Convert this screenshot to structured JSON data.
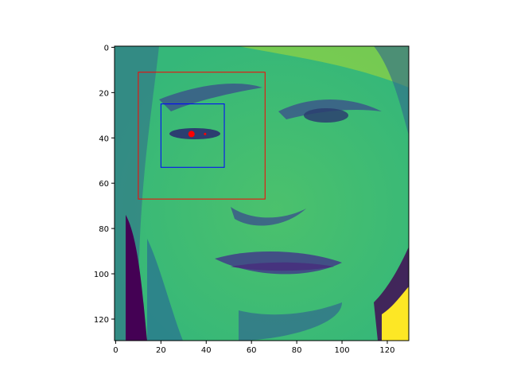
{
  "chart_data": {
    "type": "heatmap",
    "title": "",
    "xlabel": "",
    "ylabel": "",
    "xlim": [
      -0.5,
      129.5
    ],
    "ylim": [
      129.5,
      -0.5
    ],
    "xticks": [
      0,
      20,
      40,
      60,
      80,
      100,
      120
    ],
    "yticks": [
      0,
      20,
      40,
      60,
      80,
      100,
      120
    ],
    "xtick_labels": [
      "0",
      "20",
      "40",
      "60",
      "80",
      "100",
      "120"
    ],
    "ytick_labels": [
      "0",
      "20",
      "40",
      "60",
      "80",
      "100",
      "120"
    ],
    "image": {
      "content": "grayscale face photo rendered with viridis colormap",
      "colormap": "viridis"
    },
    "rectangles": [
      {
        "name": "outer-box",
        "x": 10,
        "y": 11,
        "width": 56,
        "height": 56,
        "color": "#ff0000"
      },
      {
        "name": "inner-box",
        "x": 20,
        "y": 25,
        "width": 28,
        "height": 28,
        "color": "#0000ff"
      }
    ],
    "points": [
      {
        "name": "eye-point",
        "x": 33.5,
        "y": 38.3,
        "color": "#ff0000",
        "size": "large"
      },
      {
        "name": "eye-point-small",
        "x": 39.5,
        "y": 38.3,
        "color": "#ff0000",
        "size": "small"
      }
    ],
    "grid": false
  }
}
